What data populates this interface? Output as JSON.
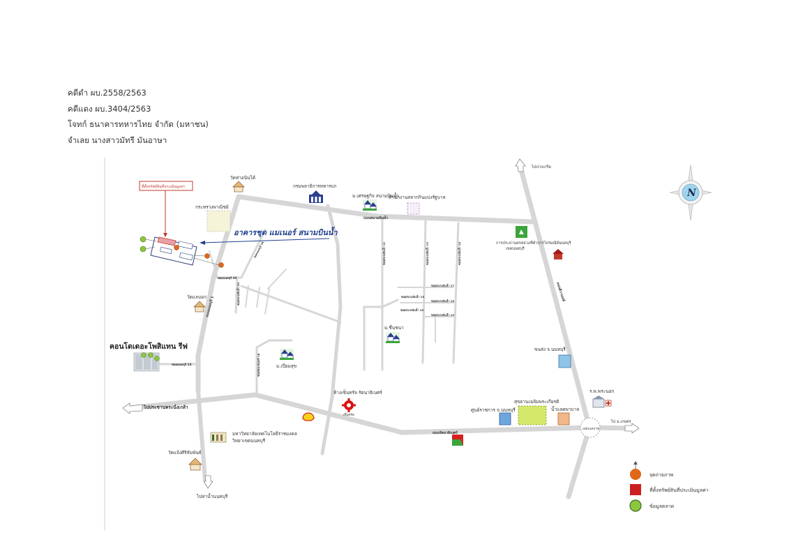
{
  "header": {
    "line1": "คดีดำ ผบ.2558/2563",
    "line2": "คดีแดง ผบ.3404/2563",
    "line3": "โจทก์ ธนาคารทหารไทย จำกัด (มหาชน)",
    "line4": "จำเลย นางสาวมัทรี มันอาษา"
  },
  "map": {
    "property_box_label": "ที่ตั้งทรัพย์สินที่ประเมินมูลค่า",
    "property_title": "อาคารชุด แมเนอร์ สนามบินน้ำ",
    "north_label": "N",
    "places": {
      "wat_tanon": "วัดท่าอนินได้",
      "commerce_ministry": "กระทรวงพาณิชย์",
      "fine_arts_dept": "กรมพลาธิการทหารบก",
      "sethakij_village": "ม.เศรษฐกิจ สนามบินน้ำ",
      "lottery_office": "สำนักงานสลากกินแบ่งรัฐบาล",
      "pak_kret_sign": "ไปปากเกร็ด",
      "metro_water": "การประปานครหลวง เขตนนทบุรี",
      "land_office": "ที่ทำการไปรษณีย์นนทบุรี",
      "wat_laeng_bok": "วัดแลบอก",
      "condo_name": "คอนโดเดอะโพสิแทน รีฟ",
      "mubaan_chuen": "ม.ชื่นชนา",
      "mubaan_pleumsuk": "ม.เปี่ยมสุข",
      "transport_office": "ขนส่ง จ.นนทบุรี",
      "central": "ห้างเซ็นทรัล รัตนาธิเบศร์",
      "provincial_hall": "ศูนย์ราชการ จ.นนทบุรี",
      "park": "สุขธานเฉลิมพระเกียรติ",
      "water_works": "น้ำแลดพาบาล",
      "nonthaburi_hospital": "ร.พ.พระนอก",
      "rajamangala": "มหาวิทยาลัยเทคโนโลยีราชมงคล วิทยาเขตนนทบุรี",
      "wat_chaeng": "วัดแจ้งศิริสัมพันธ์",
      "to_prachaniwet": "ไปประชานพระนั่งเกล้า",
      "to_nonthaburi_pier": "ไปท่าน้ำนนทบุรี",
      "to_kaset": "ไป ม.เกษตร",
      "kaset_circle": "แยกแคราย",
      "central_sub": "เซ็นทรัล"
    },
    "roads": {
      "sanam_bin_nam": "ถนนสนามบินน้ำ",
      "rattanathibet": "ถนนรัตนาธิเบศร์",
      "tiwanon": "ถนนติวานนท์",
      "nonthaburi_1": "ถนนนนทบุรี 1",
      "soi_nonthaburi_12": "ซอยนนทบุรี 12",
      "soi_a": "ซอยสนามบินน้ำ 12",
      "soi_b": "ซอยสนามบินน้ำ 13",
      "soi_c": "ซอยสนามบินน้ำ 14",
      "soi_d": "ซอยนนทบุรี 10",
      "soi_e": "ซอยสนามบินน้ำ 15",
      "soi_f": "ซอยสนามบินน้ำ 16",
      "soi_g": "ซอยสนามบินน้ำ 17",
      "soi_h": "ซอยสนามบินน้ำ 18",
      "soi_i": "ซอยสนามบินน้ำ 19",
      "soi_j": "ซอยสนามบินน้ำ 20",
      "soi_k": "ซอยรัตนาธิเบศร์ 18",
      "soi_l": "ซอยนนทบุรี 16"
    }
  },
  "legend": {
    "photo_point": "จุดถ่ายภาพ",
    "property_location": "ที่ตั้งทรัพย์สินที่ประเมินมูลค่า",
    "comparison_data": "ข้อมูลตลาด"
  },
  "colors": {
    "road": "#d6d6d6",
    "title_blue": "#1f3f8f",
    "property_red": "#cc1f1f",
    "photo_orange": "#e0661a",
    "data_green": "#8cc63f"
  }
}
